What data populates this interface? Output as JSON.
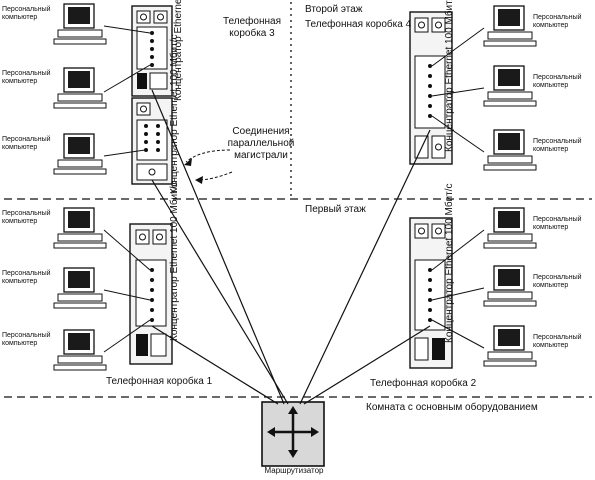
{
  "labels": {
    "pc": "Персональный компьютер",
    "hub_left": "Концентратор Ethernet 100 Мбит/с",
    "hub_right": "Концентратор Ethernet 100 Мбит/с",
    "phone_box_3": "Телефонная коробка 3",
    "phone_box_4": "Телефонная коробка 4",
    "phone_box_1": "Телефонная коробка 1",
    "phone_box_2": "Телефонная коробка 2",
    "second_floor": "Второй этаж",
    "first_floor": "Первый этаж",
    "backbone": "Соединения параллельной магистрали",
    "equipment_room": "Комната с основным оборудованием",
    "router": "Маршрутизатор"
  },
  "colors": {
    "line": "#111111",
    "panel": "#f4f4f4",
    "screen": "#1a1a1a"
  }
}
